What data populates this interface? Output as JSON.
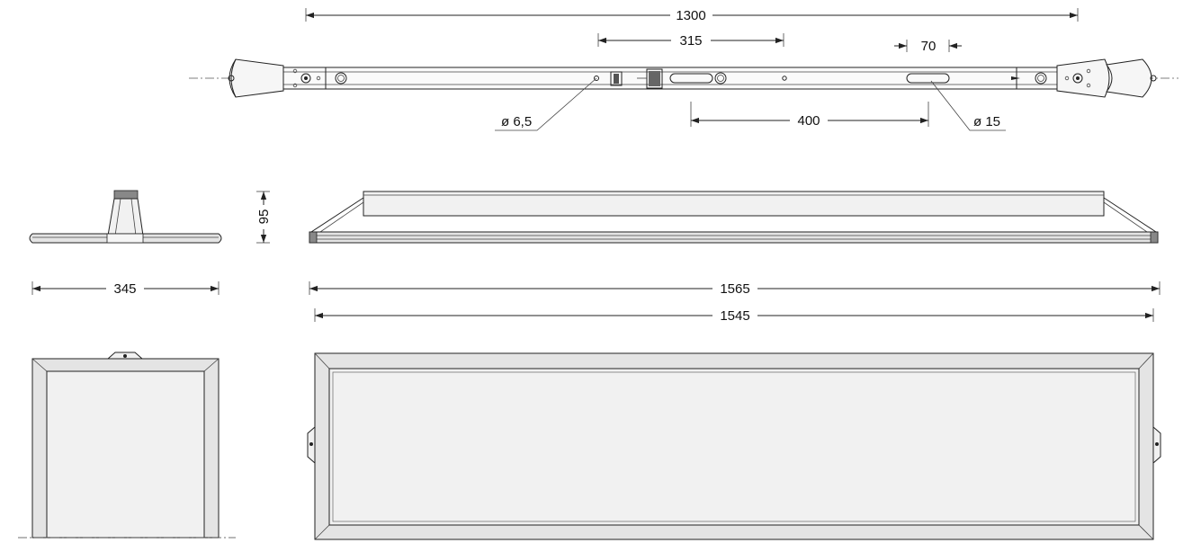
{
  "dimensions": {
    "overall_suspension": "1300",
    "bracket_spacing": "315",
    "slot_length": "70",
    "slot_spacing": "400",
    "hole_small": "ø 6,5",
    "hole_large": "ø 15",
    "height": "95",
    "width": "345",
    "outer_length": "1565",
    "inner_length": "1545"
  }
}
